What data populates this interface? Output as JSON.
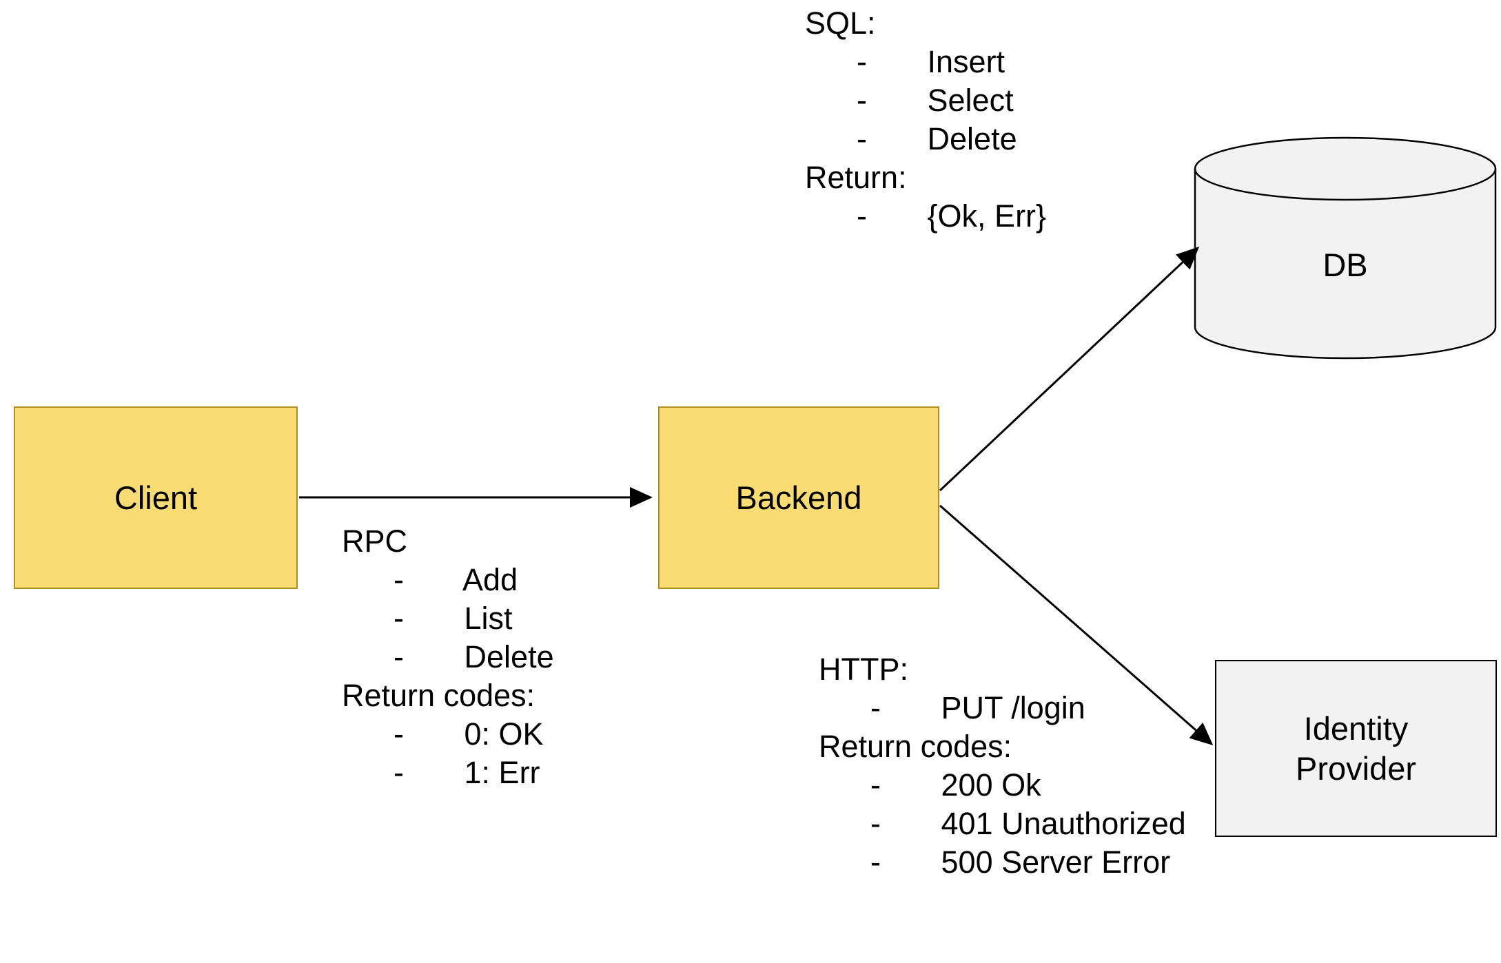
{
  "diagram": {
    "title": "Client-Backend architecture diagram",
    "colors": {
      "background": "#FFFFFF",
      "text": "#000000",
      "arrow": "#000000",
      "yellow_fill": "#F9DB74",
      "yellow_border": "#AE8F25",
      "gray_fill": "#F2F2F2",
      "gray_border": "#000000"
    },
    "nodes": {
      "client": {
        "label": "Client",
        "shape": "rectangle"
      },
      "backend": {
        "label": "Backend",
        "shape": "rectangle"
      },
      "db": {
        "label": "DB",
        "shape": "cylinder"
      },
      "identity_provider": {
        "label": "Identity\nProvider",
        "shape": "rectangle"
      }
    },
    "edges": [
      {
        "from": "client",
        "to": "backend",
        "label_ref": "rpc"
      },
      {
        "from": "backend",
        "to": "db",
        "label_ref": "sql"
      },
      {
        "from": "backend",
        "to": "identity_provider",
        "label_ref": "http"
      }
    ],
    "edge_labels": {
      "rpc": {
        "lines": [
          "RPC",
          "      -       Add",
          "      -       List",
          "      -       Delete",
          "Return codes:",
          "      -       0: OK",
          "      -       1: Err"
        ]
      },
      "sql": {
        "lines": [
          "SQL:",
          "      -       Insert",
          "      -       Select",
          "      -       Delete",
          "Return:",
          "      -       {Ok, Err}"
        ]
      },
      "http": {
        "lines": [
          "HTTP:",
          "      -       PUT /login",
          "Return codes:",
          "      -       200 Ok",
          "      -       401 Unauthorized",
          "      -       500 Server Error"
        ]
      }
    }
  }
}
